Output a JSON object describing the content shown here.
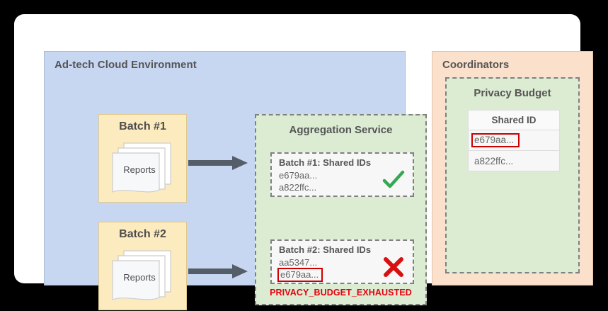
{
  "canvas": {
    "background": "#000000",
    "card_background": "#ffffff"
  },
  "adtech": {
    "title": "Ad-tech Cloud Environment",
    "panel_color": "#c7d7f2",
    "batches": [
      {
        "title": "Batch #1",
        "doc_label": "Reports",
        "arrow": "arrow-right-icon"
      },
      {
        "title": "Batch #2",
        "doc_label": "Reports",
        "arrow": "arrow-right-icon"
      }
    ]
  },
  "aggregation": {
    "title": "Aggregation Service",
    "panel_color": "#dbecd3",
    "results": [
      {
        "heading": "Batch #1: Shared IDs",
        "ids": [
          "e679aa...",
          "a822ffc..."
        ],
        "flagged_id": null,
        "status": "check-icon",
        "status_color": "#34a853"
      },
      {
        "heading": "Batch #2: Shared IDs",
        "ids": [
          "aa5347..."
        ],
        "flagged_id": "e679aa...",
        "status": "cross-icon",
        "status_color": "#d81010"
      }
    ],
    "error_text": "PRIVACY_BUDGET_EXHAUSTED",
    "error_color": "#e8000d"
  },
  "coordinators": {
    "title": "Coordinators",
    "panel_color": "#fbe0cb",
    "privacy_budget": {
      "title": "Privacy Budget",
      "panel_color": "#dbecd3",
      "table": {
        "header": "Shared ID",
        "rows": [
          {
            "value": "e679aa...",
            "highlighted": true
          },
          {
            "value": "a822ffc...",
            "highlighted": false
          }
        ]
      }
    }
  }
}
